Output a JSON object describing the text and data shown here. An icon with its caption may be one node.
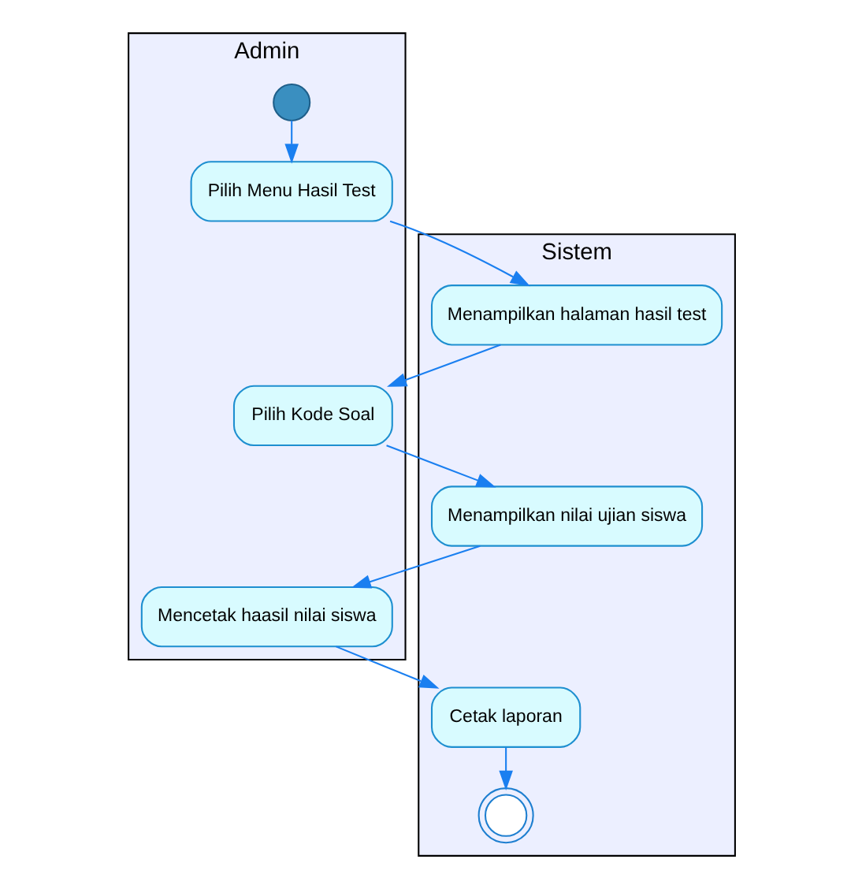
{
  "diagram": {
    "nodes": [
      {
        "text": [
          "Admin"
        ]
      },
      {
        "text": [
          "Sistem"
        ]
      },
      {
        "text": [],
        "shape": "circle",
        "in": 0
      },
      {
        "text": [
          "Pilih Menu Hasil Test"
        ],
        "in": 0
      },
      {
        "text": [
          "Menampilkan halaman hasil test"
        ],
        "in": 1
      },
      {
        "text": [
          "Pilih Kode Soal"
        ],
        "in": 0
      },
      {
        "text": [
          "Menampilkan nilai ujian siswa"
        ],
        "in": 1
      },
      {
        "text": [
          "Mencetak haasil nilai siswa"
        ],
        "in": 0
      },
      {
        "text": [
          "Cetak laporan"
        ],
        "in": 1
      },
      {
        "text": [],
        "shape": "circle",
        "in": 1
      }
    ],
    "edges": [
      {
        "from": 2,
        "to": 3,
        "arrow": "to"
      },
      {
        "from": 3,
        "to": 4,
        "arrow": "to"
      },
      {
        "from": 4,
        "to": 5,
        "arrow": "to"
      },
      {
        "from": 5,
        "to": 6,
        "arrow": "to"
      },
      {
        "from": 6,
        "to": 7,
        "arrow": "to"
      },
      {
        "from": 7,
        "to": 8,
        "arrow": "to"
      },
      {
        "from": 8,
        "to": 9,
        "arrow": "to"
      }
    ]
  }
}
